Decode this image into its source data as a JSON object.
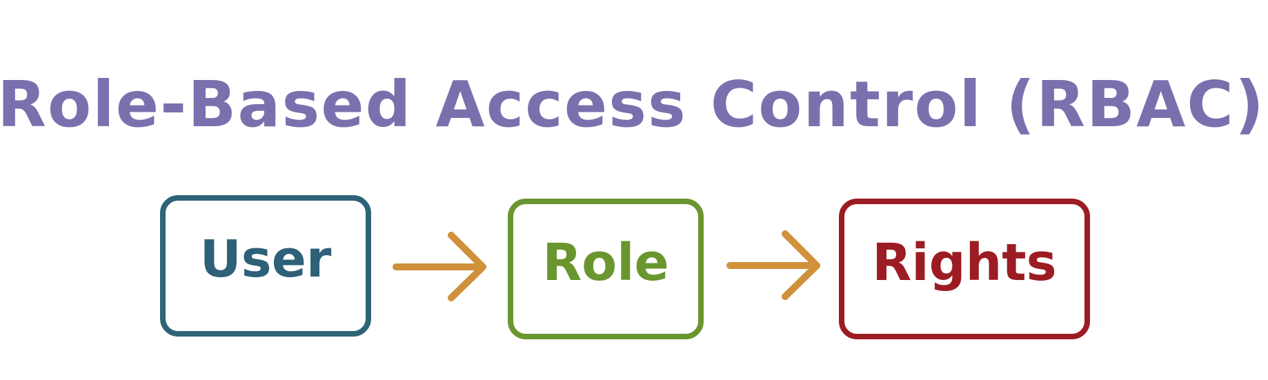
{
  "title": "Role-Based Access Control (RBAC)",
  "colors": {
    "title": "#7b70ae",
    "user": "#2f6478",
    "role": "#6a962f",
    "rights": "#9b1c22",
    "arrow": "#d0913a",
    "background": "#ffffff"
  },
  "flow": {
    "nodes": [
      {
        "id": "user",
        "label": "User",
        "color": "#2f6478"
      },
      {
        "id": "role",
        "label": "Role",
        "color": "#6a962f"
      },
      {
        "id": "rights",
        "label": "Rights",
        "color": "#9b1c22"
      }
    ],
    "edges": [
      {
        "from": "user",
        "to": "role",
        "icon": "arrow-right-icon"
      },
      {
        "from": "role",
        "to": "rights",
        "icon": "arrow-right-icon"
      }
    ]
  }
}
